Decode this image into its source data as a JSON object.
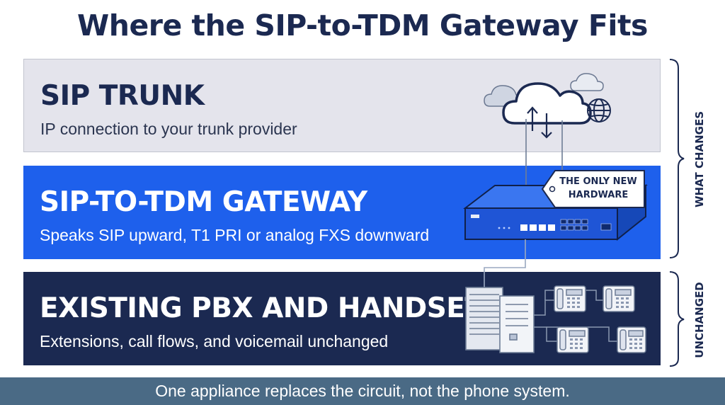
{
  "title": "Where the SIP-to-TDM Gateway Fits",
  "layers": {
    "sip": {
      "title": "SIP TRUNK",
      "subtitle": "IP connection to your trunk provider"
    },
    "gateway": {
      "title": "SIP-TO-TDM GATEWAY",
      "subtitle": "Speaks SIP upward, T1 PRI or analog FXS downward",
      "tag": "THE ONLY NEW HARDWARE"
    },
    "pbx": {
      "title": "EXISTING PBX AND HANDSETS",
      "subtitle": "Extensions, call flows, and voicemail unchanged"
    }
  },
  "brackets": {
    "what_changes": "WHAT CHANGES",
    "unchanged": "UNCHANGED"
  },
  "footer": "One appliance replaces the circuit, not the phone system.",
  "colors": {
    "navy": "#1b2951",
    "gateway_blue": "#1e60ec",
    "sip_gray": "#e4e4ec",
    "footer_slate": "#4a6a85"
  },
  "icons": [
    "cloud-icon",
    "globe-icon",
    "gateway-device-icon",
    "server-icon",
    "desk-phone-icon",
    "price-tag-icon"
  ]
}
